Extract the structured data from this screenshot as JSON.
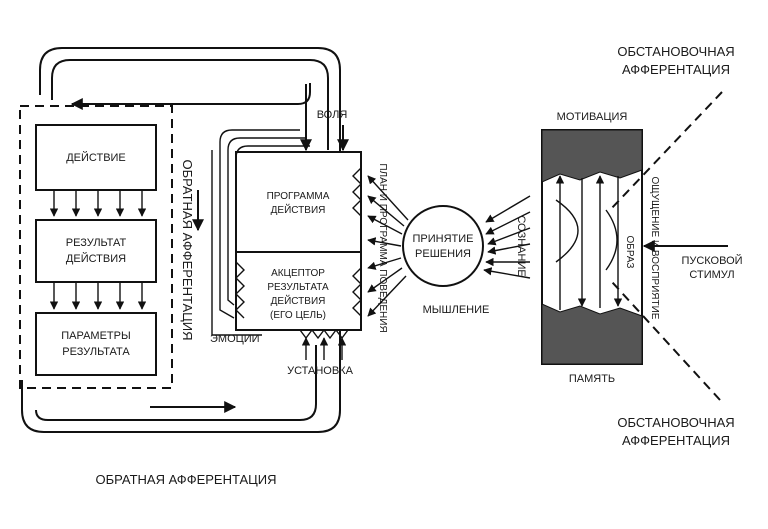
{
  "labels": {
    "action": "ДЕЙСТВИЕ",
    "result_line1": "РЕЗУЛЬТАТ",
    "result_line2": "ДЕЙСТВИЯ",
    "params_line1": "ПАРАМЕТРЫ",
    "params_line2": "РЕЗУЛЬТАТА",
    "feedback_vertical": "ОБРАТНАЯ АФФЕРЕНТАЦИЯ",
    "feedback_bottom": "ОБРАТНАЯ АФФЕРЕНТАЦИЯ",
    "will": "ВОЛЯ",
    "program_line1": "ПРОГРАММА",
    "program_line2": "ДЕЙСТВИЯ",
    "acceptor_line1": "АКЦЕПТОР",
    "acceptor_line2": "РЕЗУЛЬТАТА",
    "acceptor_line3": "ДЕЙСТВИЯ",
    "acceptor_line4": "(ЕГО ЦЕЛЬ)",
    "emotions": "ЭМОЦИИ",
    "setting": "УСТАНОВКА",
    "plan_program": "ПЛАН И ПРОГРАММА ПОВЕДЕНИЯ",
    "decision_line1": "ПРИНЯТИЕ",
    "decision_line2": "РЕШЕНИЯ",
    "thinking": "МЫШЛЕНИЕ",
    "consciousness": "СОЗНАНИЕ",
    "motivation": "МОТИВАЦИЯ",
    "memory": "ПАМЯТЬ",
    "image": "ОБРАЗ",
    "sensation": "ОЩУЩЕНИЕ И ВОСПРИЯТИЕ",
    "trigger_line1": "ПУСКОВОЙ",
    "trigger_line2": "СТИМУЛ",
    "situational_top_line1": "ОБСТАНОВОЧНАЯ",
    "situational_top_line2": "АФФЕРЕНТАЦИЯ",
    "situational_bottom_line1": "ОБСТАНОВОЧНАЯ",
    "situational_bottom_line2": "АФФЕРЕНТАЦИЯ"
  }
}
